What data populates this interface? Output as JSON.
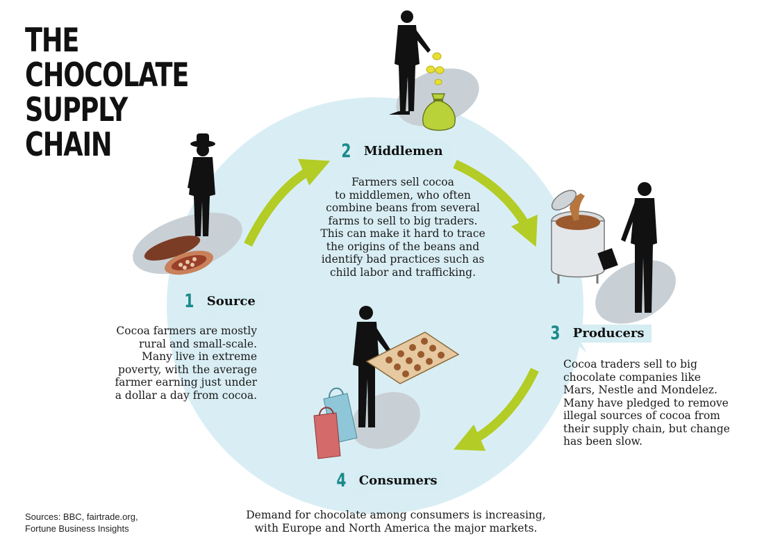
{
  "title": {
    "line1": "THE CHOCOLATE",
    "line2": "SUPPLY CHAIN"
  },
  "stages": [
    {
      "number": "1",
      "name": "Source",
      "description": [
        "Cocoa farmers are mostly",
        "rural and small-scale.",
        "Many live in extreme",
        "poverty, with the average",
        "farmer earning just under",
        "a dollar a day from cocoa."
      ]
    },
    {
      "number": "2",
      "name": "Middlemen",
      "description": [
        "Farmers sell cocoa",
        "to middlemen, who often",
        "combine beans from several",
        "farms to sell to big traders.",
        "This can make it hard to trace",
        "the origins of the beans and",
        "identify bad practices such as",
        "child labor and trafficking."
      ]
    },
    {
      "number": "3",
      "name": "Producers",
      "description": [
        "Cocoa traders sell to big",
        "chocolate companies like",
        "Mars, Nestle and Mondelez.",
        "Many have pledged to remove",
        "illegal sources of cocoa from",
        "their supply chain, but change",
        "has been slow."
      ]
    },
    {
      "number": "4",
      "name": "Consumers",
      "description": [
        "Demand for chocolate among consumers is increasing,",
        "with Europe and North America the major markets."
      ]
    }
  ],
  "sources": [
    "Sources: BBC, fairtrade.org,",
    "Fortune Business Insights"
  ],
  "colors": {
    "circle": "#d9eef4",
    "arrow": "#b3cc26",
    "label_bg": "#d5edf3",
    "number": "#1a8a8a",
    "silhouette": "#111111",
    "shadow": "#c8d0d6",
    "money_bag": "#b9d23a",
    "coin": "#e8e030",
    "chocolate": "#9a5a2e",
    "cocoa_pod": "#7a3c24"
  },
  "icons": [
    "farmer-icon",
    "cocoa-pod-icon",
    "middleman-icon",
    "money-bag-icon",
    "coins-icon",
    "worker-icon",
    "chocolate-vat-icon",
    "consumer-icon",
    "chocolate-box-icon",
    "shopping-bags-icon"
  ]
}
